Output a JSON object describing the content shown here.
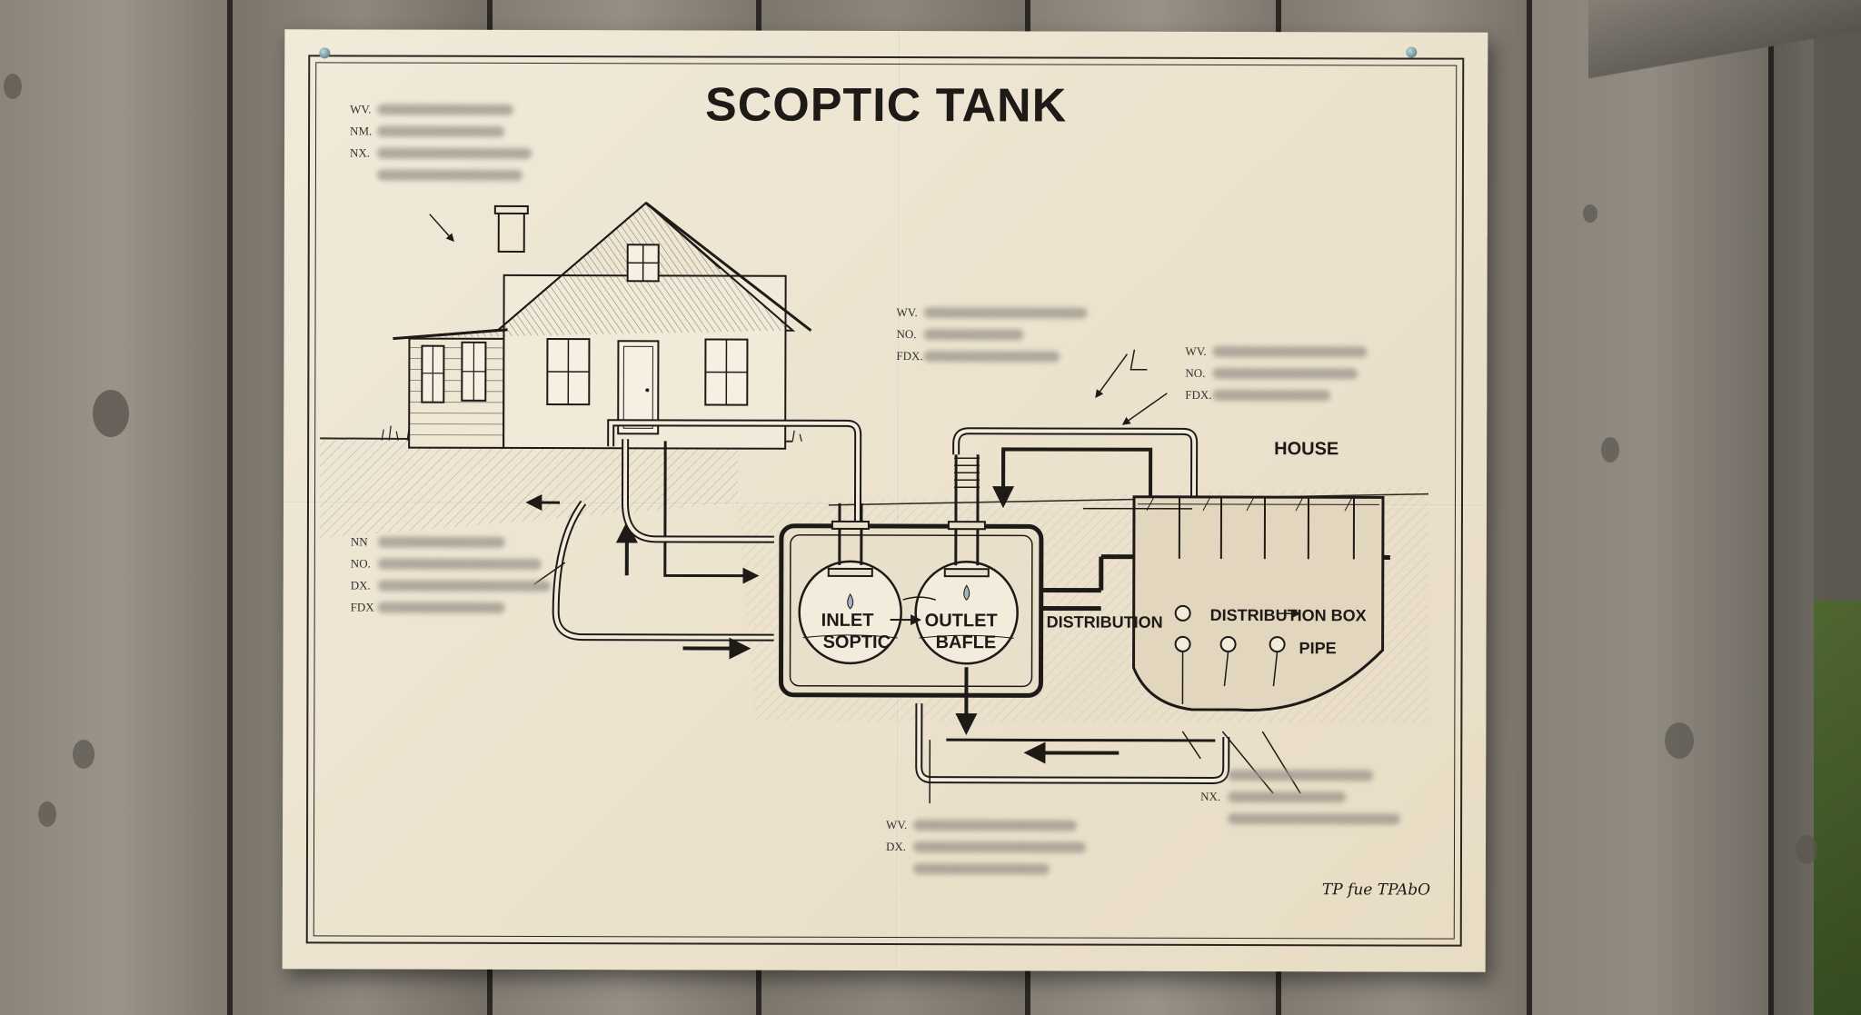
{
  "poster": {
    "title": "SCOPTIC TANK",
    "labels": {
      "house": "HOUSE",
      "inlet_line1": "INLET",
      "inlet_line2": "SOPTIC",
      "outlet_line1": "OUTLET",
      "outlet_line2": "BAFLE",
      "distribution": "DISTRIBUTION",
      "distribution_box": "DISTRIBUTION BOX",
      "pipe": "PIPE"
    },
    "signature": "TP fue TPAbO",
    "legends": [
      {
        "keys": [
          "WV.",
          "NM.",
          "NX.",
          ""
        ]
      },
      {
        "keys": [
          "WV.",
          "NO.",
          "FDX.",
          ""
        ]
      },
      {
        "keys": [
          "WV.",
          "NO.",
          "FDX.",
          ""
        ]
      },
      {
        "keys": [
          "NN",
          "NO.",
          "DX.",
          "FDX"
        ]
      },
      {
        "keys": [
          "",
          "NX.",
          ""
        ]
      },
      {
        "keys": [
          "WV.",
          "DX.",
          ""
        ]
      }
    ]
  },
  "colors": {
    "paper": "#ede4d0",
    "ink": "#1d1a17",
    "wood": "#7d776d"
  }
}
